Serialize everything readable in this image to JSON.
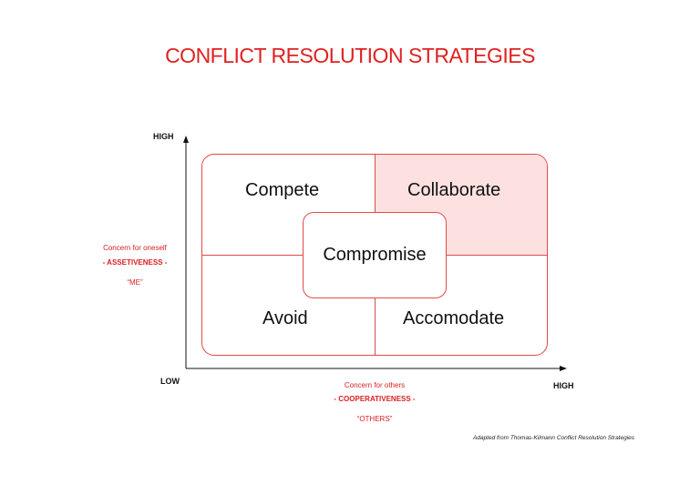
{
  "title": "CONFLICT RESOLUTION STRATEGIES",
  "axes": {
    "y_high": "HIGH",
    "x_low": "LOW",
    "x_high": "HIGH"
  },
  "y_axis_label": {
    "line1": "Concern for oneself",
    "line2": "- ASSETIVENESS -",
    "line3": "“ME”"
  },
  "x_axis_label": {
    "line1": "Concern for others",
    "line2": "- COOPERATIVENESS -",
    "line3": "“OTHERS”"
  },
  "quadrants": {
    "top_left": "Compete",
    "top_right": "Collaborate",
    "bottom_left": "Avoid",
    "bottom_right": "Accomodate",
    "center": "Compromise"
  },
  "colors": {
    "accent": "#e02020",
    "border": "#e04a4a",
    "highlight_fill": "#fde1e1"
  },
  "credit": "Adapted from Thomas-Kilmann Conflict Resolution Strategies"
}
